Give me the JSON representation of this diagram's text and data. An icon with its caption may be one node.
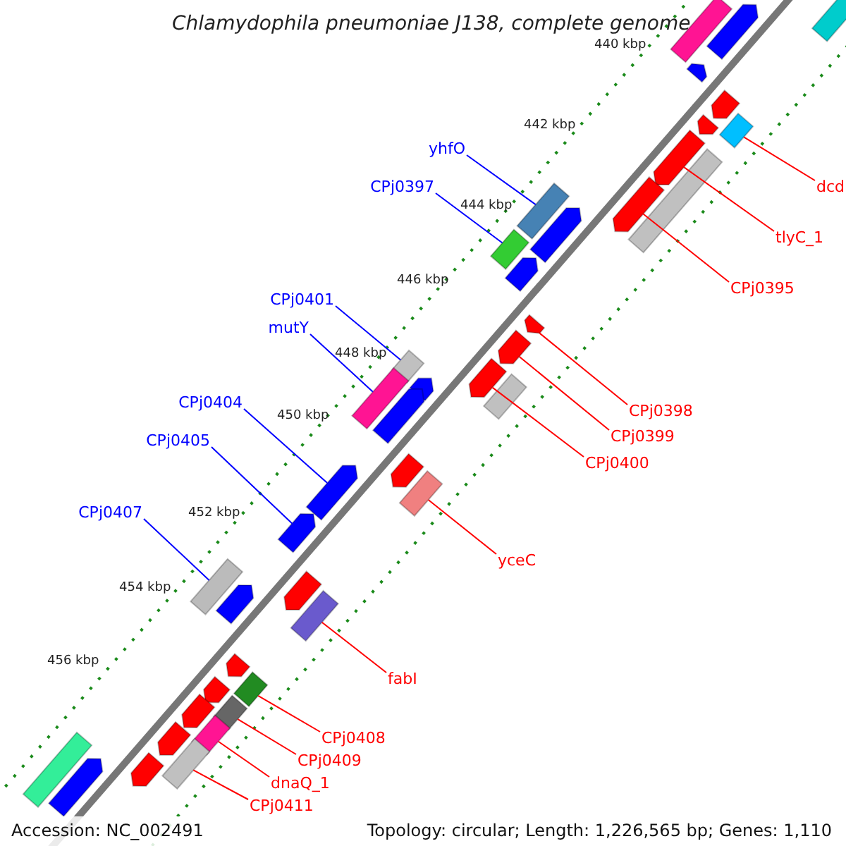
{
  "diagram": {
    "title": "Chlamydophila pneumoniae J138, complete genome",
    "nodes": [
      {
        "text": [
          "yhfO"
        ]
      },
      {
        "text": [
          "dcd"
        ]
      },
      {
        "text": [
          "CPj0397"
        ]
      },
      {
        "text": [
          "tlyC_1"
        ]
      },
      {
        "text": [
          "CPj0395"
        ]
      },
      {
        "text": [
          "CPj0401"
        ]
      },
      {
        "text": [
          "mutY"
        ]
      },
      {
        "text": [
          "CPj0404"
        ]
      },
      {
        "text": [
          "CPj0398"
        ]
      },
      {
        "text": [
          "CPj0405"
        ]
      },
      {
        "text": [
          "CPj0399"
        ]
      },
      {
        "text": [
          "CPj0400"
        ]
      },
      {
        "text": [
          "CPj0407"
        ]
      },
      {
        "text": [
          "yceC"
        ]
      },
      {
        "text": [
          "fabI"
        ]
      },
      {
        "text": [
          "CPj0408"
        ]
      },
      {
        "text": [
          "CPj0409"
        ]
      },
      {
        "text": [
          "dnaQ_1"
        ]
      },
      {
        "text": [
          "CPj0411"
        ]
      },
      {
        "text": [],
        "shape": "box"
      },
      {
        "text": [],
        "shape": "arrow"
      },
      {
        "text": [],
        "shape": "box"
      },
      {
        "text": [],
        "shape": "arrow"
      },
      {
        "text": [],
        "shape": "arrow"
      },
      {
        "text": [],
        "shape": "box"
      },
      {
        "text": [],
        "shape": "arrow"
      },
      {
        "text": [],
        "shape": "arrow"
      },
      {
        "text": [],
        "shape": "box"
      },
      {
        "text": [],
        "shape": "arrow"
      },
      {
        "text": [],
        "shape": "box"
      },
      {
        "text": [],
        "shape": "arrow"
      },
      {
        "text": [],
        "shape": "box"
      },
      {
        "text": [],
        "shape": "arrow"
      },
      {
        "text": [],
        "shape": "arrow"
      },
      {
        "text": [],
        "shape": "arrow"
      },
      {
        "text": [],
        "shape": "box"
      },
      {
        "text": [],
        "shape": "arrow"
      },
      {
        "text": [],
        "shape": "box"
      },
      {
        "text": [],
        "shape": "arrow"
      },
      {
        "text": [],
        "shape": "arrow"
      },
      {
        "text": [],
        "shape": "box"
      },
      {
        "text": [],
        "shape": "arrow"
      },
      {
        "text": [],
        "shape": "box"
      },
      {
        "text": [],
        "shape": "arrow"
      },
      {
        "text": [],
        "shape": "arrow"
      },
      {
        "text": [],
        "shape": "arrow"
      },
      {
        "text": [],
        "shape": "box"
      },
      {
        "text": [],
        "shape": "arrow"
      },
      {
        "text": [],
        "shape": "box"
      },
      {
        "text": [],
        "shape": "arrow"
      },
      {
        "text": [],
        "shape": "box"
      },
      {
        "text": [],
        "shape": "arrow"
      },
      {
        "text": [],
        "shape": "box"
      },
      {
        "text": [],
        "shape": "arrow"
      },
      {
        "text": [],
        "shape": "box"
      },
      {
        "text": [],
        "shape": "arrow"
      },
      {
        "text": [],
        "shape": "box"
      },
      {
        "text": [],
        "shape": "arrow"
      },
      {
        "text": [],
        "shape": "box"
      },
      {
        "text": [],
        "shape": "arrow"
      }
    ],
    "edges": [
      {
        "from": 0,
        "to": 29,
        "arrow": "none",
        "color": "#0000ff"
      },
      {
        "from": 1,
        "to": 24,
        "arrow": "none"
      },
      {
        "from": 2,
        "to": 31,
        "arrow": "none",
        "color": "#0000ff"
      },
      {
        "from": 3,
        "to": 26,
        "arrow": "none"
      },
      {
        "from": 4,
        "to": 28,
        "arrow": "none"
      },
      {
        "from": 5,
        "to": 37,
        "arrow": "none",
        "color": "#0000ff"
      },
      {
        "from": 6,
        "to": 40,
        "arrow": "none",
        "color": "#0000ff"
      },
      {
        "from": 7,
        "to": 43,
        "arrow": "none",
        "color": "#0000ff"
      },
      {
        "from": 8,
        "to": 33,
        "arrow": "none"
      },
      {
        "from": 9,
        "to": 44,
        "arrow": "none",
        "color": "#0000ff"
      },
      {
        "from": 10,
        "to": 34,
        "arrow": "none"
      },
      {
        "from": 11,
        "to": 36,
        "arrow": "none"
      },
      {
        "from": 12,
        "to": 48,
        "arrow": "none",
        "color": "#0000ff"
      },
      {
        "from": 13,
        "to": 42,
        "arrow": "none"
      },
      {
        "from": 14,
        "to": 46,
        "arrow": "none"
      },
      {
        "from": 15,
        "to": 50,
        "arrow": "none"
      },
      {
        "from": 16,
        "to": 52,
        "arrow": "none"
      },
      {
        "from": 17,
        "to": 54,
        "arrow": "none"
      },
      {
        "from": 18,
        "to": 56,
        "arrow": "none"
      }
    ],
    "labels": [
      "440 kbp",
      "442 kbp",
      "444 kbp",
      "446 kbp",
      "448 kbp",
      "450 kbp",
      "452 kbp",
      "454 kbp",
      "456 kbp",
      "Accession: NC_002491",
      "Topology: circular; Length: 1,226,565 bp; Genes: 1,110"
    ]
  }
}
